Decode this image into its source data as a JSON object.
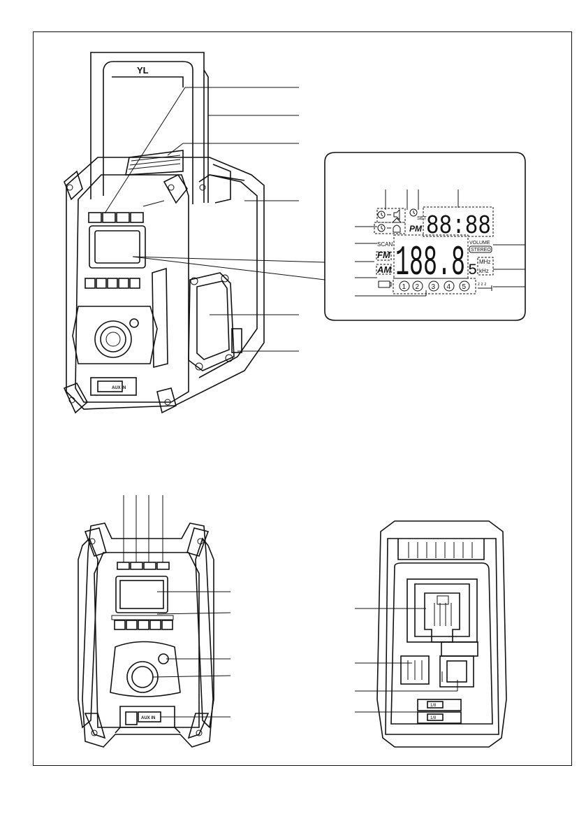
{
  "lcd": {
    "scan": "SCAN",
    "fm": "FM",
    "am": "AM",
    "pm": "PM",
    "set": "SET",
    "volume": "VOLUME",
    "stereo": "STEREO",
    "mhz": "MHz",
    "khz": "kHz",
    "freq_digits": "188.8",
    "freq_small": "5",
    "clock_digits": "88:88",
    "sleep": "z z z",
    "presets": [
      "1",
      "2",
      "3",
      "4",
      "5"
    ]
  },
  "radio": {
    "aux_label_top": "AUX IN",
    "aux_label_front": "AUX IN",
    "logo": "YL"
  },
  "battery_bay": {
    "label_a": "1/8",
    "label_b": "1/8"
  }
}
